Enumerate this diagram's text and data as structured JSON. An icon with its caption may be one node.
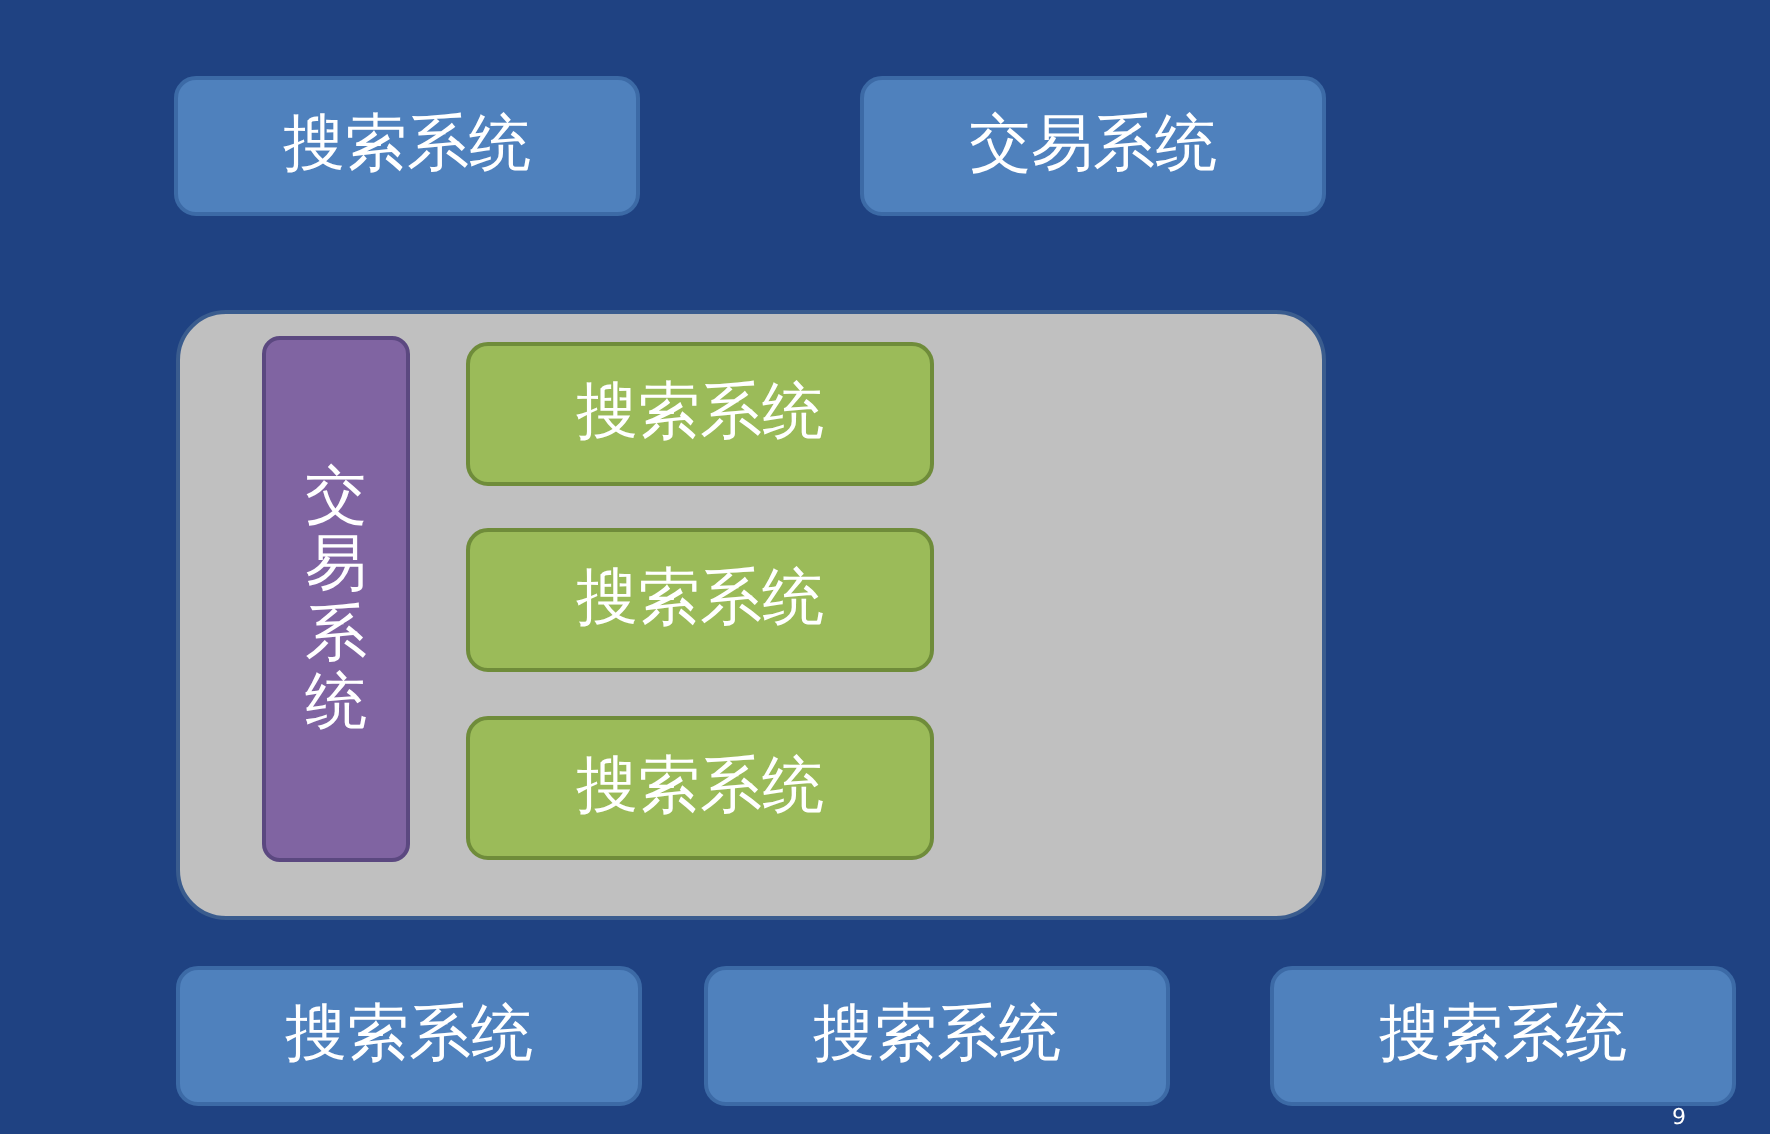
{
  "diagram": {
    "nodes": [
      {
        "text": [
          "搜索系统"
        ]
      },
      {
        "text": [
          "交易系统"
        ]
      },
      {
        "text": [],
        "shape": "box"
      },
      {
        "text": [
          "交易系统"
        ],
        "in": 2
      },
      {
        "text": [
          "搜索系统"
        ],
        "in": 2
      },
      {
        "text": [
          "搜索系统"
        ],
        "in": 2
      },
      {
        "text": [
          "搜索系统"
        ],
        "in": 2
      },
      {
        "text": [
          "搜索系统"
        ]
      },
      {
        "text": [
          "搜索系统"
        ]
      },
      {
        "text": [
          "搜索系统"
        ]
      }
    ],
    "labels": [
      "9"
    ]
  }
}
